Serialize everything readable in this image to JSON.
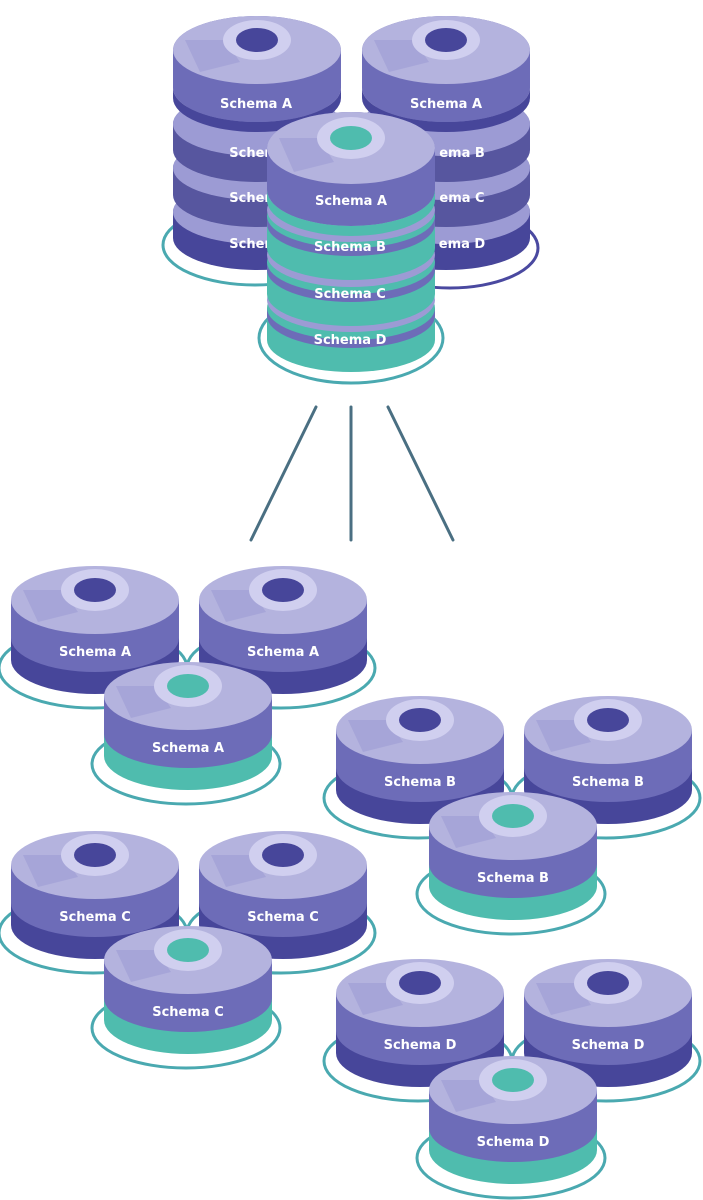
{
  "colors": {
    "top": "#b4b3de",
    "top_light": "#d0cfef",
    "rim": "#9c9bd4",
    "side": "#6d6cb8",
    "dark": "#47469a",
    "primary_core": "#4fbcae",
    "replica_ring": "#4aa9b0",
    "primary_ring": "#4aa9b0",
    "replica_ring_dark": "#4a49a0",
    "connector": "#4a6f82",
    "label": "#ffffff"
  },
  "top_cluster": {
    "left_stack": [
      "Schema A",
      "Schema",
      "Schema",
      "Schema"
    ],
    "right_stack": [
      "Schema A",
      "ema B",
      "ema C",
      "ema D"
    ],
    "center_stack": [
      "Schema A",
      "Schema B",
      "Schema C",
      "Schema D"
    ]
  },
  "shard_groups": [
    {
      "id": "a",
      "replica_left": "Schema A",
      "replica_right": "Schema A",
      "primary": "Schema A"
    },
    {
      "id": "b",
      "replica_left": "Schema B",
      "replica_right": "Schema B",
      "primary": "Schema B"
    },
    {
      "id": "c",
      "replica_left": "Schema C",
      "replica_right": "Schema C",
      "primary": "Schema C"
    },
    {
      "id": "d",
      "replica_left": "Schema D",
      "replica_right": "Schema D",
      "primary": "Schema D"
    }
  ]
}
